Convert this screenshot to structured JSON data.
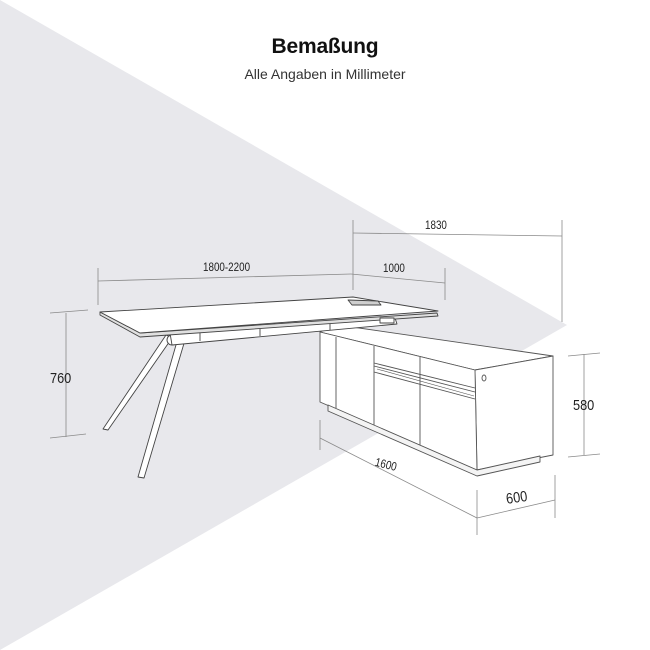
{
  "header": {
    "title": "Bemaßung",
    "subtitle": "Alle Angaben in Millimeter"
  },
  "colors": {
    "background": "#ffffff",
    "shade": "#e8e8ec",
    "line": "#555555",
    "dim_line": "#888888",
    "text": "#222222"
  },
  "dimensions": {
    "desk_width": "1800-2200",
    "return_depth": "1000",
    "overall_depth": "1830",
    "desk_height": "760",
    "sideboard_height": "580",
    "sideboard_length": "1600",
    "sideboard_depth": "600"
  }
}
